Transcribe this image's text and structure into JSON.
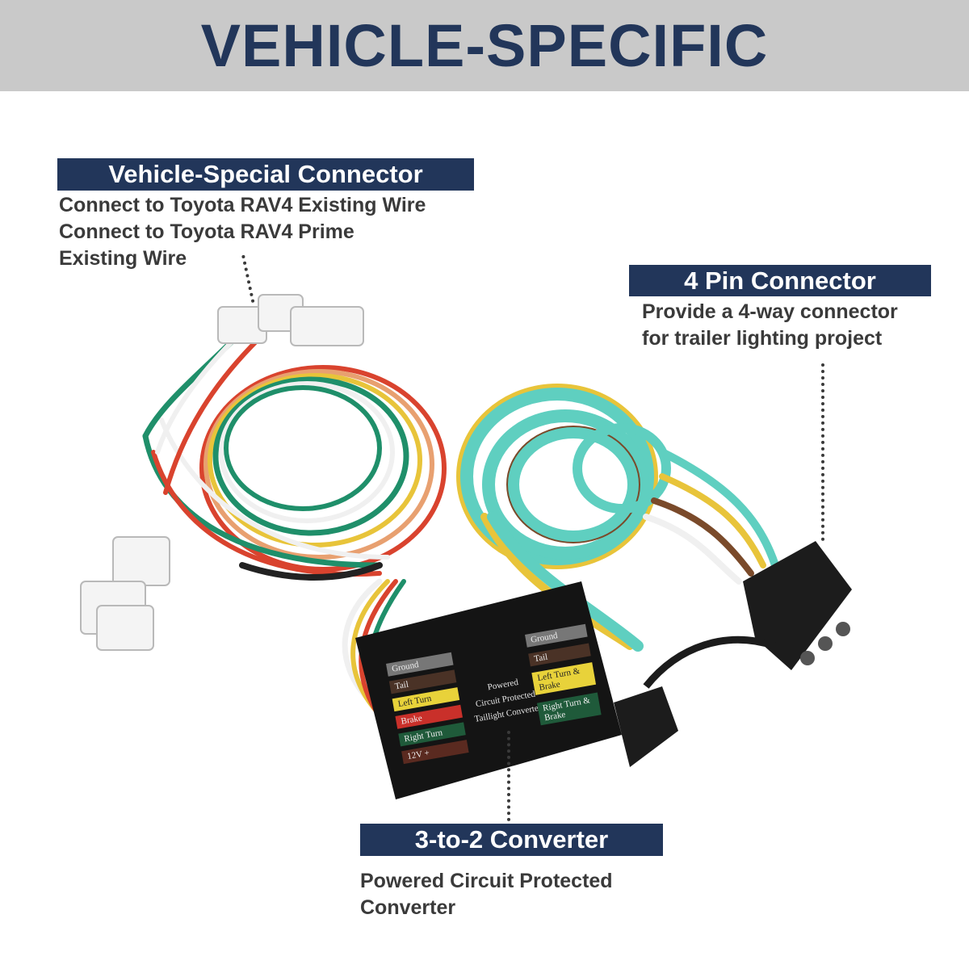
{
  "header": {
    "title": "VEHICLE-SPECIFIC"
  },
  "callouts": {
    "vehicle_connector": {
      "label": "Vehicle-Special Connector",
      "lines": [
        "Connect to Toyota RAV4 Existing Wire",
        "Connect to Toyota RAV4 Prime",
        "Existing Wire"
      ]
    },
    "pin_connector": {
      "label": "4 Pin Connector",
      "lines": [
        "Provide a 4-way connector",
        "for trailer lighting project"
      ]
    },
    "converter": {
      "label": "3-to-2 Converter",
      "lines": [
        "Powered Circuit Protected",
        "Converter"
      ]
    }
  },
  "converter_box": {
    "center_text": [
      "Powered",
      "Circuit Protected",
      "Taillight Converter"
    ],
    "left_labels": [
      "Ground",
      "Tail",
      "Left Turn",
      "Brake",
      "Right Turn",
      "12V +"
    ],
    "right_labels": [
      "Ground",
      "Tail",
      "Left Turn & Brake",
      "Right Turn & Brake"
    ]
  },
  "colors": {
    "navy": "#22365a",
    "banner_gray": "#c9c9c9",
    "teal_wire": "#5fcfc0",
    "green_wire": "#1f8f6a",
    "red_wire": "#d9432e",
    "yellow_wire": "#e8c43a",
    "brown_wire": "#7a4a2a",
    "connector_white": "#f4f4f4"
  }
}
